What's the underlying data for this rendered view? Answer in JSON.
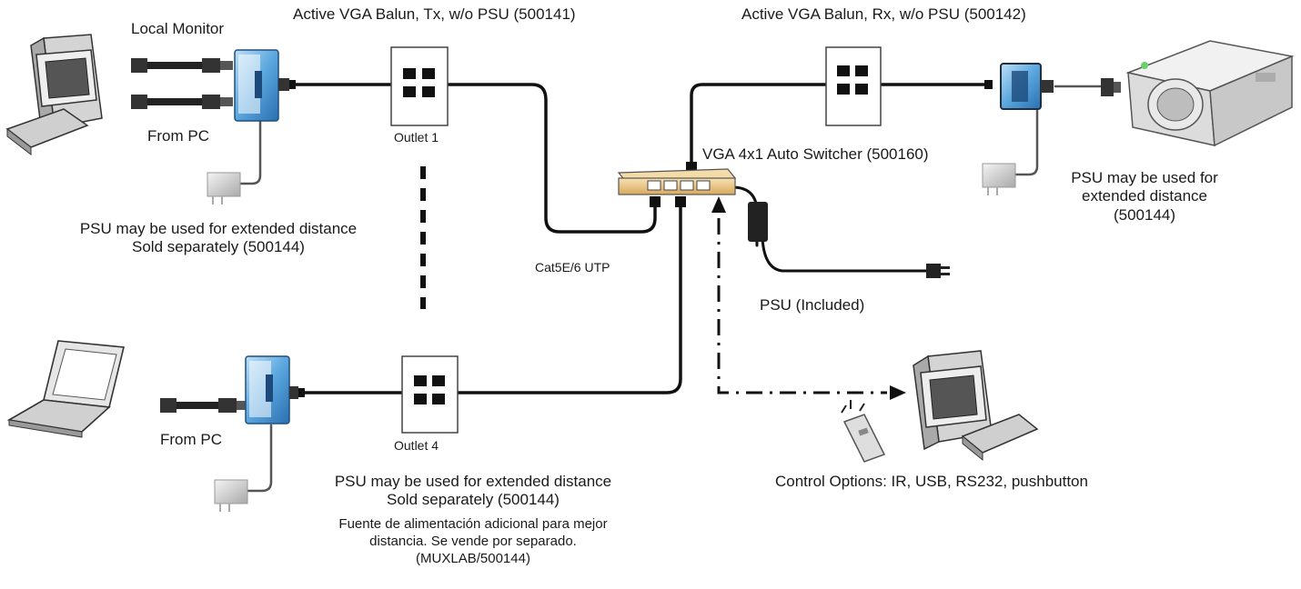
{
  "labels": {
    "local_monitor": "Local Monitor",
    "tx_balun": "Active VGA Balun, Tx, w/o PSU (500141)",
    "rx_balun": "Active VGA Balun, Rx, w/o PSU (500142)",
    "from_pc_top": "From PC",
    "outlet1": "Outlet 1",
    "switcher": "VGA 4x1 Auto Switcher (500160)",
    "psu_rx": [
      "PSU may be used for",
      "extended distance",
      "(500144)"
    ],
    "psu_top_left": [
      "PSU may be used for extended distance",
      "Sold separately (500144)"
    ],
    "cable": "Cat5E/6 UTP",
    "psu_included": "PSU (Included)",
    "from_pc_bottom": "From PC",
    "outlet4": "Outlet 4",
    "control_options": "Control Options: IR, USB, RS232, pushbutton",
    "psu_bottom": [
      "PSU may be used for extended distance",
      "Sold separately (500144)"
    ],
    "spanish_note": [
      "Fuente de alimentación adicional para mejor",
      "distancia. Se vende por separado.",
      "(MUXLAB/500144)"
    ]
  },
  "colors": {
    "cable": "#111111",
    "balun": "#4a90d0",
    "switcher": "#e8c98a",
    "outlet": "#ffffff",
    "psu_adapter": "#d9d9d9"
  }
}
